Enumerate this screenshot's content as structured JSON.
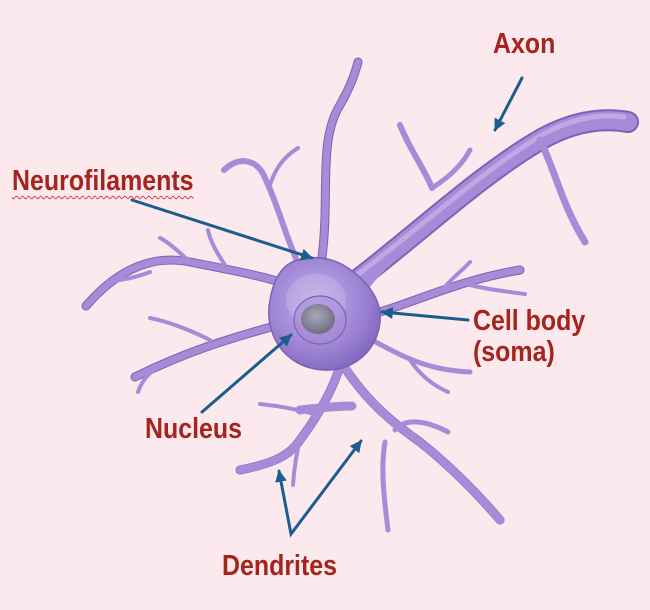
{
  "labels": {
    "neurofilaments": "Neurofilaments",
    "axon": "Axon",
    "cell_body_line1": "Cell body",
    "cell_body_line2": "(soma)",
    "nucleus": "Nucleus",
    "dendrites": "Dendrites"
  },
  "colors": {
    "background": "#fbe9ee",
    "label_text": "#a5241d",
    "arrow": "#1c5d8e",
    "neuron_fill": "#a78bd9",
    "neuron_shade": "#7a63b4",
    "neuron_light": "#d2c3ee",
    "nucleus_fill": "#8c8a9d",
    "spellcheck_underline": "#d23a3a"
  }
}
